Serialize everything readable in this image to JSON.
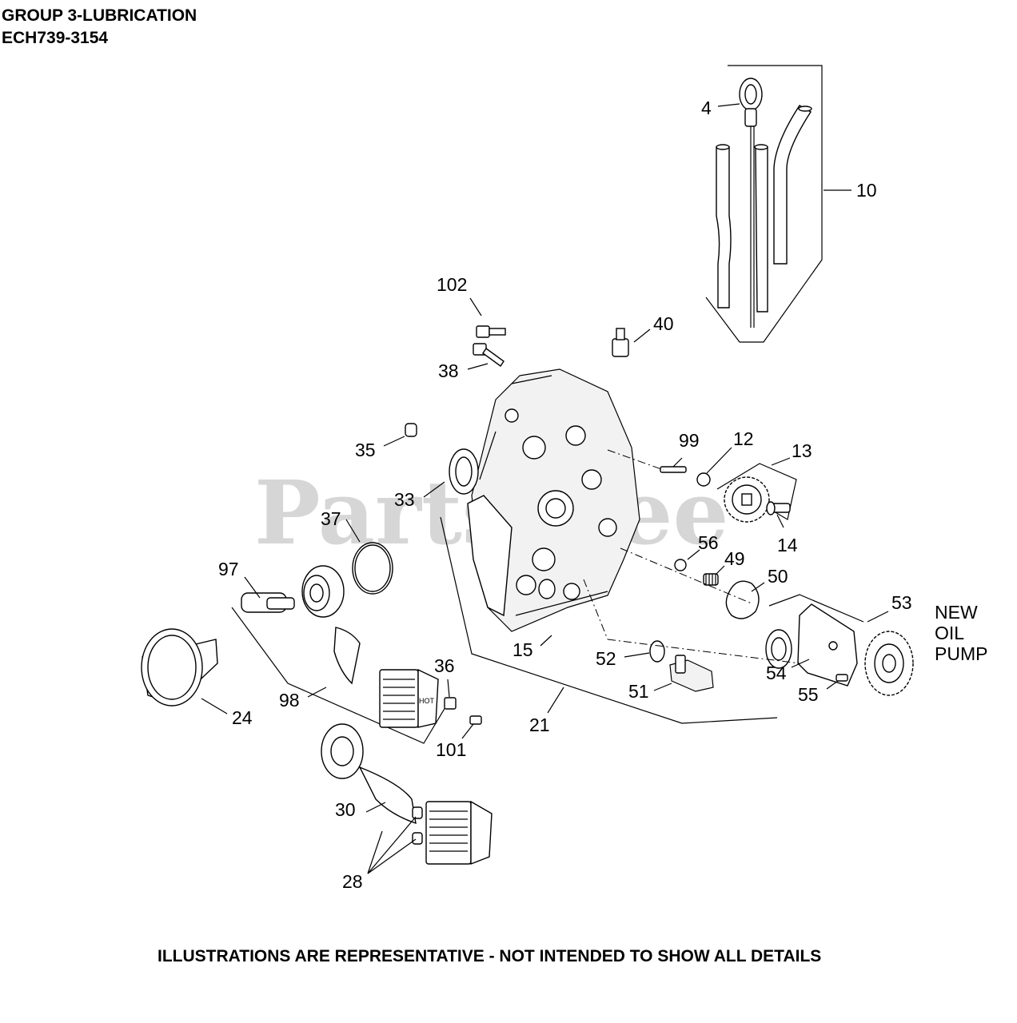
{
  "header": {
    "group": "GROUP 3-LUBRICATION",
    "model": "ECH739-3154"
  },
  "footer": {
    "disclaimer": "ILLUSTRATIONS ARE REPRESENTATIVE - NOT INTENDED TO SHOW ALL DETAILS"
  },
  "watermark": "PartsTree",
  "new_oil_pump_note": [
    "NEW",
    "OIL",
    "PUMP"
  ],
  "callouts": {
    "c4": "4",
    "c10": "10",
    "c102": "102",
    "c40": "40",
    "c38": "38",
    "c35": "35",
    "c99": "99",
    "c12": "12",
    "c13": "13",
    "c33": "33",
    "c37": "37",
    "c56": "56",
    "c14": "14",
    "c97": "97",
    "c49": "49",
    "c50": "50",
    "c53": "53",
    "c15": "15",
    "c52": "52",
    "c36": "36",
    "c54": "54",
    "c51": "51",
    "c55": "55",
    "c98": "98",
    "c24": "24",
    "c21": "21",
    "c101": "101",
    "c30": "30",
    "c28": "28"
  },
  "hot_label": "HOT"
}
